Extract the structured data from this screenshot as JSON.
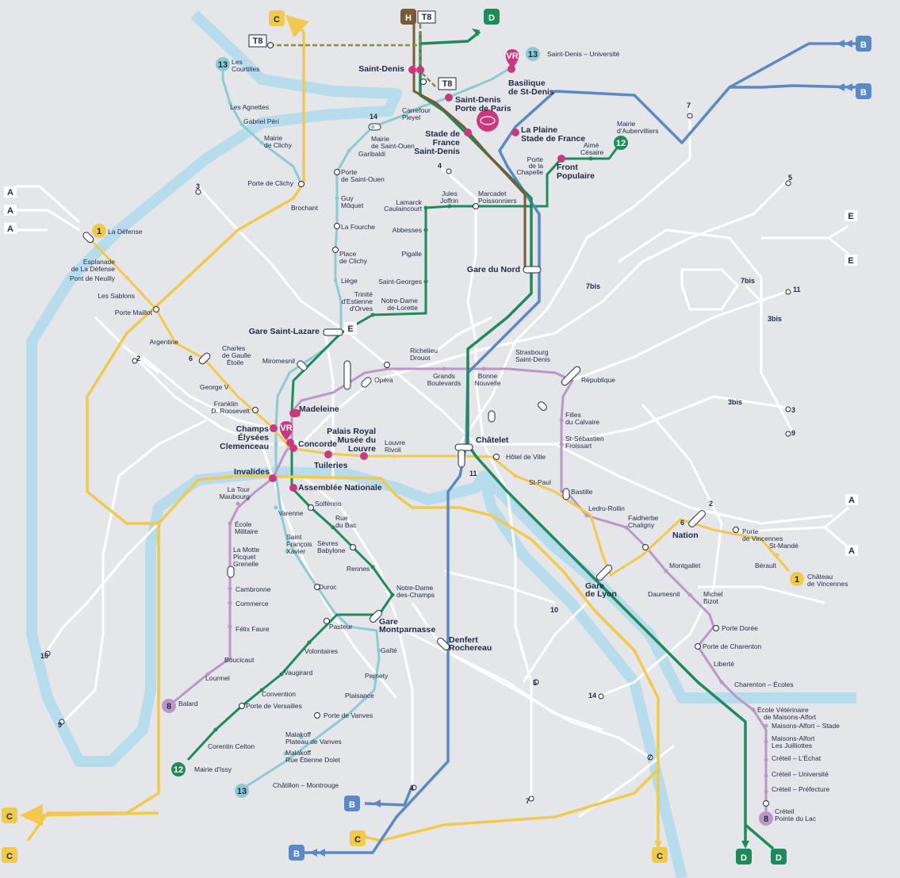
{
  "colors": {
    "background": "#e5e6ea",
    "seine": "#b7dcec",
    "grey_lines": "#ffffff",
    "line_1": "#f2c94c",
    "line_8": "#b997c6",
    "line_12": "#1f8a5b",
    "line_13": "#8dcbd3",
    "line_14": "#5c6275",
    "rer_B": "#5b89c6",
    "rer_C": "#f2c94c",
    "rer_D": "#1f8a5b",
    "rer_E": "#5c6275",
    "tram_T8": "#8a8a4a",
    "line_H": "#7a5a36",
    "highlight": "#c8397f"
  },
  "badges": {
    "C_top": "C",
    "H": "H",
    "T8_top": "T8",
    "D_top": "D",
    "B_right1": "B",
    "B_right2": "B",
    "A_left1": "A",
    "A_left2": "A",
    "A_left3": "A",
    "E_right1": "E",
    "E_right2": "E",
    "A_right1": "A",
    "A_right2": "A",
    "T8_left": "T8",
    "T8_mid": "T8",
    "l13_top": "13",
    "l13_bottom": "13",
    "l12_top": "12",
    "l12_bottom": "12",
    "l1_top": "1",
    "l1_bottom": "1",
    "l8_left": "8",
    "l8_right": "8",
    "VR_top": "VR",
    "VR_mid": "VR",
    "E_center": "E",
    "B_bottom1": "B",
    "B_bottom2": "B",
    "C_left1": "C",
    "C_left2": "C",
    "C_bottom1": "C",
    "C_bottom2": "C",
    "D_bottom1": "D",
    "D_bottom2": "D"
  },
  "line_numbers": {
    "n3_top": "3",
    "n4_top": "4",
    "n5_top": "5",
    "n7_top": "7",
    "n14_top": "14",
    "n2_left": "2",
    "n6_left": "6",
    "n7b_1": "7bis",
    "n7b_2": "7bis",
    "n11_right": "11",
    "n3b_1": "3bis",
    "n3b_2": "3bis",
    "n3_right": "3",
    "n9_right": "9",
    "n2_right": "2",
    "n6_right": "6",
    "n11_mid": "11",
    "n10_mid": "10",
    "n5_bottom": "5",
    "n14_bottom": "14",
    "n7_bottom1": "7",
    "n7_bottom2": "7",
    "n4_bottom": "4",
    "n10_left": "10",
    "n9_left": "9"
  },
  "stations_bold": {
    "saint_denis": "Saint-Denis",
    "basilique": [
      "Basilique",
      "de St-Denis"
    ],
    "porte_de_paris": [
      "Saint-Denis",
      "Porte de Paris"
    ],
    "stade_de_france": [
      "Stade de",
      "France",
      "Saint-Denis"
    ],
    "la_plaine": [
      "La Plaine",
      "Stade de France"
    ],
    "front_populaire": [
      "Front",
      "Populaire"
    ],
    "gare_du_nord": "Gare du Nord",
    "gare_saint_lazare": "Gare Saint-Lazare",
    "madeleine": "Madeleine",
    "champs_elysees": [
      "Champs",
      "Élysées",
      "Clemenceau"
    ],
    "concorde": "Concorde",
    "palais_royal": [
      "Palais Royal",
      "Musée du",
      "Louvre"
    ],
    "tuileries": "Tuileries",
    "invalides": "Invalides",
    "assemblee": "Assemblée Nationale",
    "chatelet": "Châtelet",
    "nation": "Nation",
    "gare_de_lyon": [
      "Gare",
      "de Lyon"
    ],
    "gare_montparnasse": [
      "Gare",
      "Montparnasse"
    ],
    "denfert": [
      "Denfert",
      "Rochereau"
    ]
  },
  "stations": {
    "saint_denis_universite": "Saint-Denis – Université",
    "les_courtilles": [
      "Les",
      "Courtilles"
    ],
    "les_agnettes": "Les Agnettes",
    "gabriel_peri": "Gabriel Péri",
    "mairie_de_clichy": [
      "Mairie",
      "de Clichy"
    ],
    "porte_de_clichy": "Porte de Clichy",
    "brochant": "Brochant",
    "carrefour_pleyel": [
      "Carrefour",
      "Pleyel"
    ],
    "mairie_saint_ouen": [
      "Mairie",
      "de Saint-Ouen"
    ],
    "garibaldi": "Garibaldi",
    "porte_saint_ouen": [
      "Porte",
      "de Saint-Ouen"
    ],
    "guy_moquet": [
      "Guy",
      "Môquet"
    ],
    "la_fourche": "La Fourche",
    "place_de_clichy": [
      "Place",
      "de Clichy"
    ],
    "liege": "Liège",
    "trinite": [
      "Trinité",
      "d'Estienne",
      "d'Orves"
    ],
    "mairie_aubervilliers": [
      "Mairie",
      "d'Aubervilliers"
    ],
    "aime_cesaire": [
      "Aimé",
      "Césaire"
    ],
    "porte_de_la_chapelle": [
      "Porte",
      "de la",
      "Chapelle"
    ],
    "jules_joffrin": [
      "Jules",
      "Joffrin"
    ],
    "marcadet": [
      "Marcadet",
      "Poissonniers"
    ],
    "lamarck": [
      "Lamarck",
      "Caulaincourt"
    ],
    "abbesses": "Abbesses",
    "pigalle": "Pigalle",
    "saint_georges": "Saint-Georges",
    "notre_dame_lorette": [
      "Notre-Dame",
      "de-Lorette"
    ],
    "la_defense": "La Défense",
    "esplanade": [
      "Esplanade",
      "de La Défense"
    ],
    "pont_de_neuilly": "Pont de Neuilly",
    "les_sablons": "Les Sablons",
    "porte_maillot": "Porte Maillot",
    "argentine": "Argentine",
    "charles_de_gaulle": [
      "Charles",
      "de Gaulle",
      "Étoile"
    ],
    "george_v": "George V",
    "franklin": [
      "Franklin",
      "D. Roosevelt"
    ],
    "miromesnil": "Miromesnil",
    "richelieu": [
      "Richelieu",
      "Drouot"
    ],
    "opera": "Opéra",
    "grands_boulevards": [
      "Grands",
      "Boulevards"
    ],
    "bonne_nouvelle": [
      "Bonne",
      "Nouvelle"
    ],
    "strasbourg": [
      "Strasbourg",
      "Saint-Denis"
    ],
    "republique": "République",
    "filles_calvaire": [
      "Filles",
      "du Calvaire"
    ],
    "st_sebastien": [
      "St-Sébastien",
      "Froissart"
    ],
    "louvre_rivoli": [
      "Louvre",
      "Rivoli"
    ],
    "hotel_de_ville": "Hôtel de Ville",
    "st_paul": "St-Paul",
    "bastille": "Bastille",
    "ledru_rollin": "Ledru-Rollin",
    "faidherbe": [
      "Faidherbe",
      "Chaligny"
    ],
    "porte_de_vincennes": [
      "Porte",
      "de Vincennes"
    ],
    "st_mande": "St-Mandé",
    "berault": "Bérault",
    "chateau_vincennes": [
      "Château",
      "de Vincennes"
    ],
    "la_tour_maubourg": [
      "La Tour",
      "Maubourg"
    ],
    "ecole_militaire": [
      "École",
      "Militaire"
    ],
    "la_motte_picquet": [
      "La Motte",
      "Picquet",
      "Grenelle"
    ],
    "cambronne": "Cambronne",
    "commerce": "Commerce",
    "felix_faure": "Félix Faure",
    "boucicaut": "Boucicaut",
    "lourmel": "Lourmel",
    "balard": "Balard",
    "varenne": "Varenne",
    "saint_francois_xavier": [
      "Saint",
      "François",
      "Xavier"
    ],
    "solferino": "Solférino",
    "rue_du_bac": [
      "Rue",
      "du Bac"
    ],
    "sevres_babylone": [
      "Sèvres",
      "Babylone"
    ],
    "rennes": "Rennes",
    "notre_dame_des_champs": [
      "Notre-Dame",
      "des-Champs"
    ],
    "duroc": "Duroc",
    "pasteur": "Pasteur",
    "volontaires": "Volontaires",
    "vaugirard": "Vaugirard",
    "convention": "Convention",
    "porte_de_versailles": "Porte de Versailles",
    "corentin_celton": "Corentin Celton",
    "mairie_issy": "Mairie d'Issy",
    "gaite": "Gaîté",
    "pernety": "Pernety",
    "plaisance": "Plaisance",
    "porte_de_vanves": "Porte de Vanves",
    "malakoff_plateau": [
      "Malakoff",
      "Plateau de Vanves"
    ],
    "malakoff_etienne": [
      "Malakoff",
      "Rue Étienne Dolet"
    ],
    "chatillon": "Châtillon – Montrouge",
    "montgallet": "Montgallet",
    "daumesnil": "Daumesnil",
    "michel_bizot": [
      "Michel",
      "Bizot"
    ],
    "porte_doree": "Porte Dorée",
    "porte_de_charenton": "Porte de Charenton",
    "liberte": "Liberté",
    "charenton_ecoles": "Charenton – Écoles",
    "ecole_veterinaire": [
      "École Vétérinaire",
      "de Maisons-Alfort"
    ],
    "maisons_alfort_stade": "Maisons-Alfort – Stade",
    "maisons_alfort_juilliottes": [
      "Maisons-Alfort",
      "Les Juilliottes"
    ],
    "creteil_echat": "Créteil – L'Échat",
    "creteil_universite": "Créteil – Université",
    "creteil_prefecture": "Créteil – Préfecture",
    "creteil_pointe": [
      "Créteil",
      "Pointe du Lac"
    ]
  }
}
